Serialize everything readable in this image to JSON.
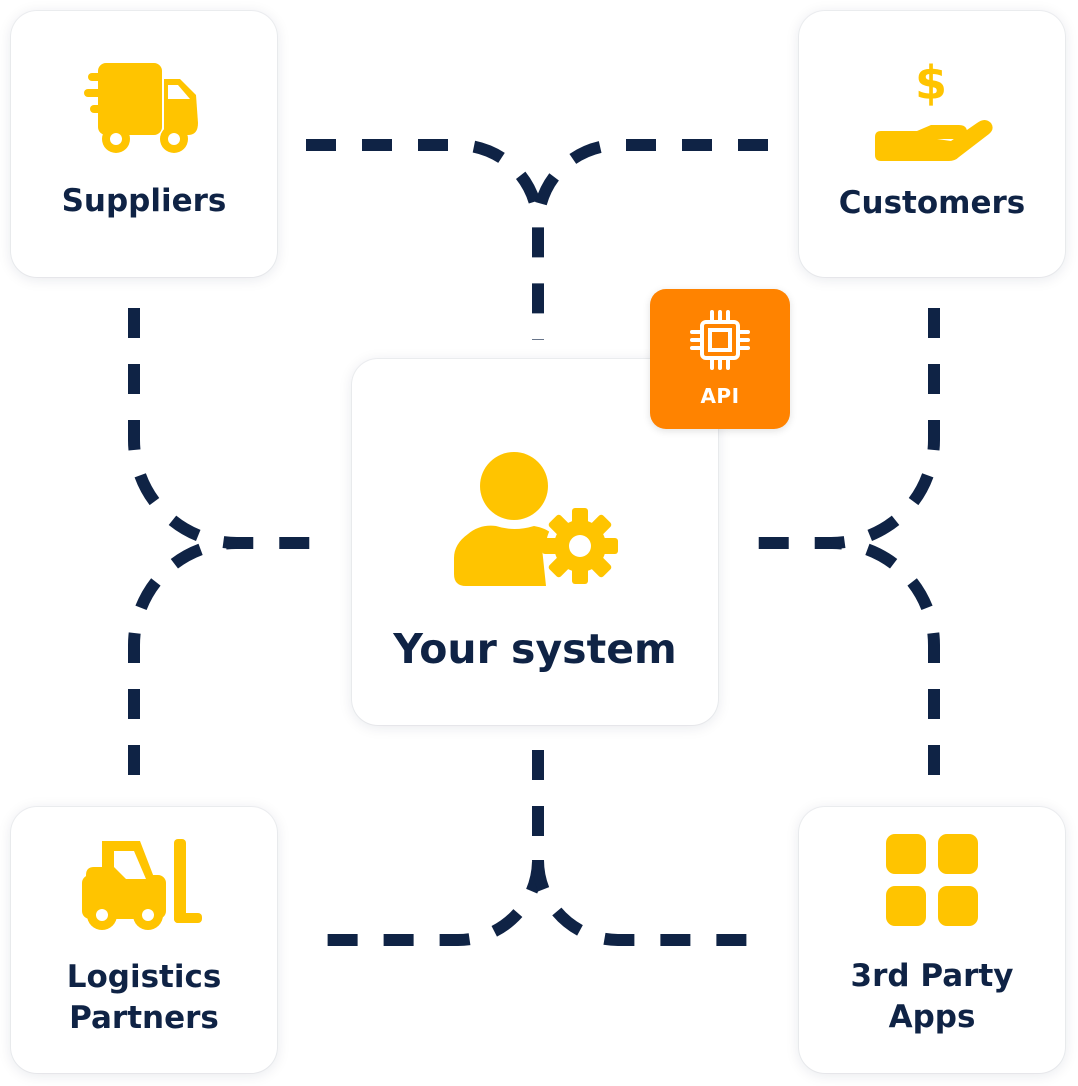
{
  "diagram": {
    "center": {
      "label": "Your system",
      "icon": "user-gear-icon"
    },
    "api_badge": {
      "label": "API",
      "icon": "chip-icon"
    },
    "nodes": {
      "suppliers": {
        "label_lines": [
          "Suppliers"
        ],
        "icon": "delivery-truck-icon"
      },
      "customers": {
        "label_lines": [
          "Customers"
        ],
        "icon": "hand-dollar-icon"
      },
      "logistics": {
        "label_lines": [
          "Logistics",
          "Partners"
        ],
        "icon": "forklift-icon"
      },
      "apps": {
        "label_lines": [
          "3rd Party",
          "Apps"
        ],
        "icon": "app-grid-icon"
      }
    },
    "colors": {
      "icon_yellow": "#ffc400",
      "api_orange": "#ff8300",
      "text_navy": "#0f2345",
      "connector_navy": "#0f2345",
      "card_background": "#ffffff"
    }
  }
}
